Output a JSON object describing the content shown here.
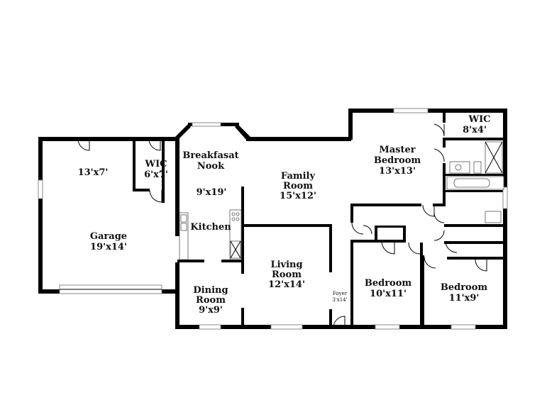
{
  "rooms": {
    "wic_master": {
      "name": "WIC",
      "size": "8'x4'"
    },
    "master": {
      "name1": "Master",
      "name2": "Bedroom",
      "size": "13'x13'"
    },
    "breakfast": {
      "name1": "Breakfasat",
      "name2": "Nook"
    },
    "wic_garage": {
      "name": "WIC",
      "size": "6'x7'"
    },
    "storage_size": "13'x7'",
    "family": {
      "name1": "Family",
      "name2": "Room",
      "size": "15'x12'"
    },
    "kitchen": {
      "name": "Kitchen",
      "size": "9'x19'"
    },
    "garage": {
      "name": "Garage",
      "size": "19'x14'"
    },
    "living": {
      "name1": "Living",
      "name2": "Room",
      "size": "12'x14'"
    },
    "bedroom2": {
      "name": "Bedroom",
      "size": "10'x11'"
    },
    "bedroom3": {
      "name": "Bedroom",
      "size": "11'x9'"
    },
    "dining": {
      "name1": "Dining",
      "name2": "Room",
      "size": "9'x9'"
    },
    "foyer": {
      "name": "Foyer",
      "size": "3'x14'"
    }
  }
}
